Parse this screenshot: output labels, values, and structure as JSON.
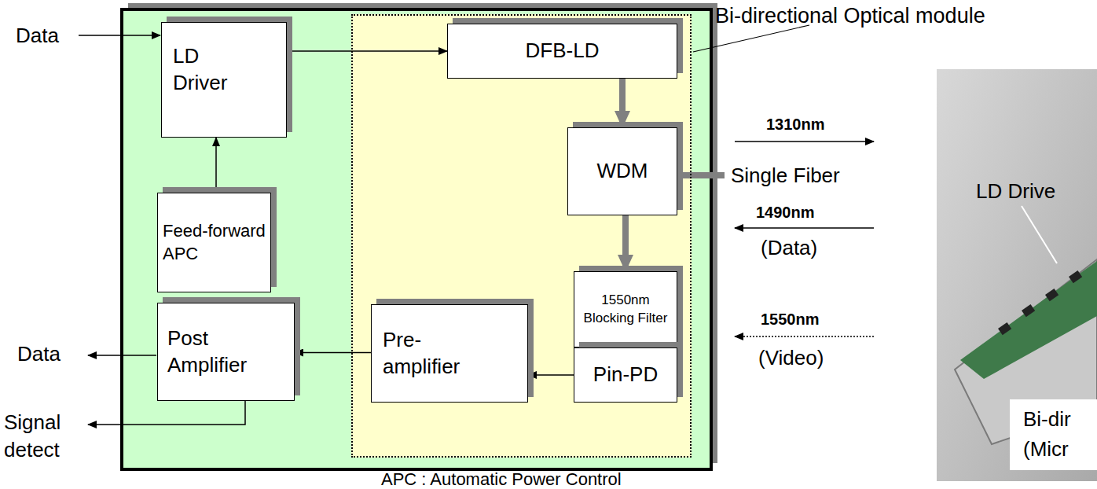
{
  "diagram": {
    "nodes": [
      {
        "text": [
          "Bi-directional Optical module"
        ]
      },
      {
        "text": [
          "LD Driver"
        ]
      },
      {
        "text": [
          "Feed-forward APC"
        ]
      },
      {
        "text": [
          "Post Amplifier"
        ]
      },
      {
        "text": [
          "DFB-LD"
        ],
        "in": 0
      },
      {
        "text": [
          "WDM"
        ],
        "in": 0
      },
      {
        "text": [
          "1550nm Blocking Filter"
        ],
        "in": 0
      },
      {
        "text": [
          "Pin-PD"
        ],
        "in": 0
      },
      {
        "text": [
          "Pre-amplifier"
        ],
        "in": 0
      }
    ],
    "edges": [
      {
        "from": 1,
        "to": 4,
        "arrow": "to"
      },
      {
        "from": 2,
        "to": 1,
        "arrow": "to"
      },
      {
        "from": 4,
        "to": 5,
        "arrow": "to"
      },
      {
        "from": 5,
        "to": 6,
        "arrow": "to"
      },
      {
        "from": 7,
        "to": 8,
        "arrow": "to"
      },
      {
        "from": 8,
        "to": 3,
        "arrow": "to"
      }
    ],
    "labels": [
      "Data",
      "Data",
      "Signal detect",
      "1310nm",
      "Single Fiber",
      "1490nm",
      "(Data)",
      "1550nm",
      "(Video)",
      "APC : Automatic Power Control",
      "LD Drive",
      "Bi-dir",
      "(Micr"
    ]
  }
}
